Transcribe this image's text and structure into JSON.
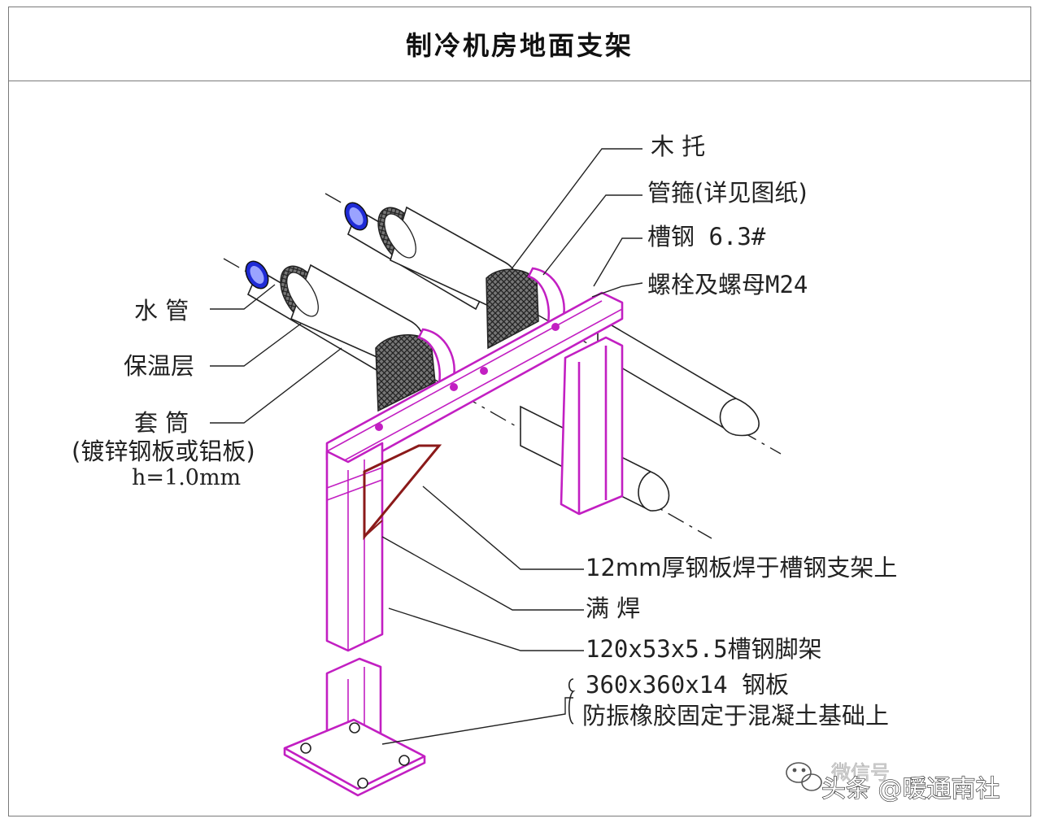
{
  "title": "制冷机房地面支架",
  "labels": {
    "wood_support": "木 托",
    "pipe_clamp": "管箍(详见图纸)",
    "channel_steel": "槽钢 6.3#",
    "bolt_nut": "螺栓及螺母M24",
    "water_pipe": "水 管",
    "insulation": "保温层",
    "sleeve": "套 筒",
    "sleeve_material": "(镀锌钢板或铝板)",
    "sleeve_thickness": "h=1.0mm",
    "steel_plate_weld": "12mm厚钢板焊于槽钢支架上",
    "full_weld": "满 焊",
    "channel_leg": "120x53x5.5槽钢脚架",
    "base_plate": "360x360x14 钢板",
    "rubber_fix": "防振橡胶固定于混凝土基础上"
  },
  "watermark": {
    "wechat_text": "微信号",
    "source": "头条 @暖通南社"
  },
  "colors": {
    "frame": "#c21fc2",
    "frame_light": "#e6a3e6",
    "weld": "#8b1a1a",
    "pipe_end": "#1f2bd6",
    "line": "#222222"
  }
}
